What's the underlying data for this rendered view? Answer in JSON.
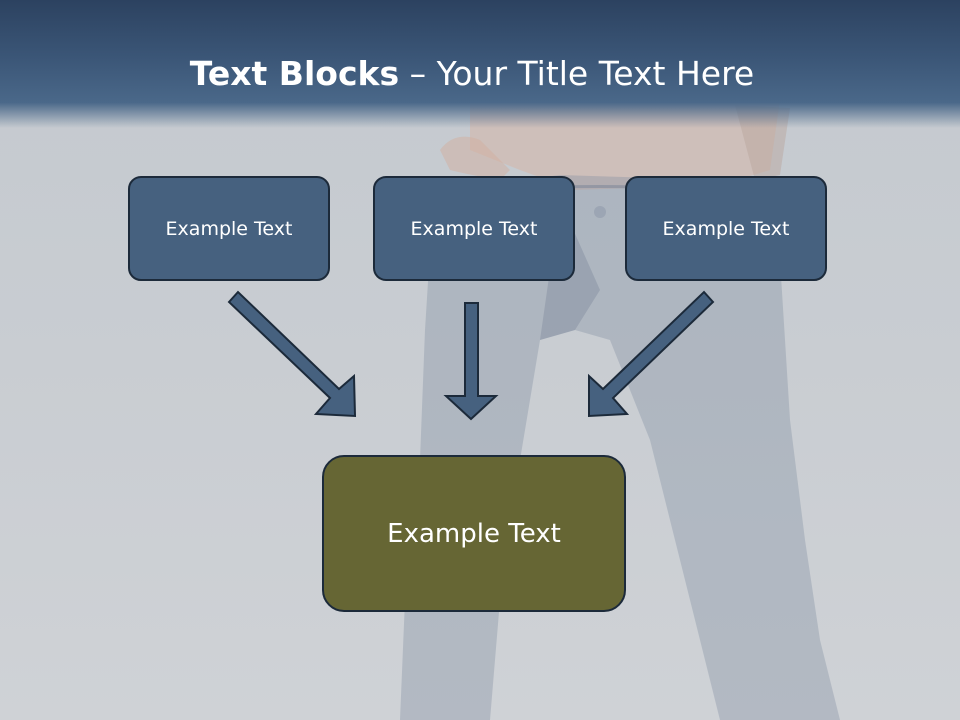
{
  "slide": {
    "title_bold": "Text Blocks",
    "title_sep": " – ",
    "title_rest": "Your Title Text Here"
  },
  "blocks": [
    {
      "text": "Example Text"
    },
    {
      "text": "Example Text"
    },
    {
      "text": "Example Text"
    }
  ],
  "target_block": {
    "text": "Example Text"
  },
  "colors": {
    "header": "#3b5677",
    "small_box_fill": "#46617f",
    "big_box_fill": "#666634",
    "arrow_fill": "#46617f",
    "outline": "#1c2a3a"
  },
  "background_image": "jeans-photo"
}
